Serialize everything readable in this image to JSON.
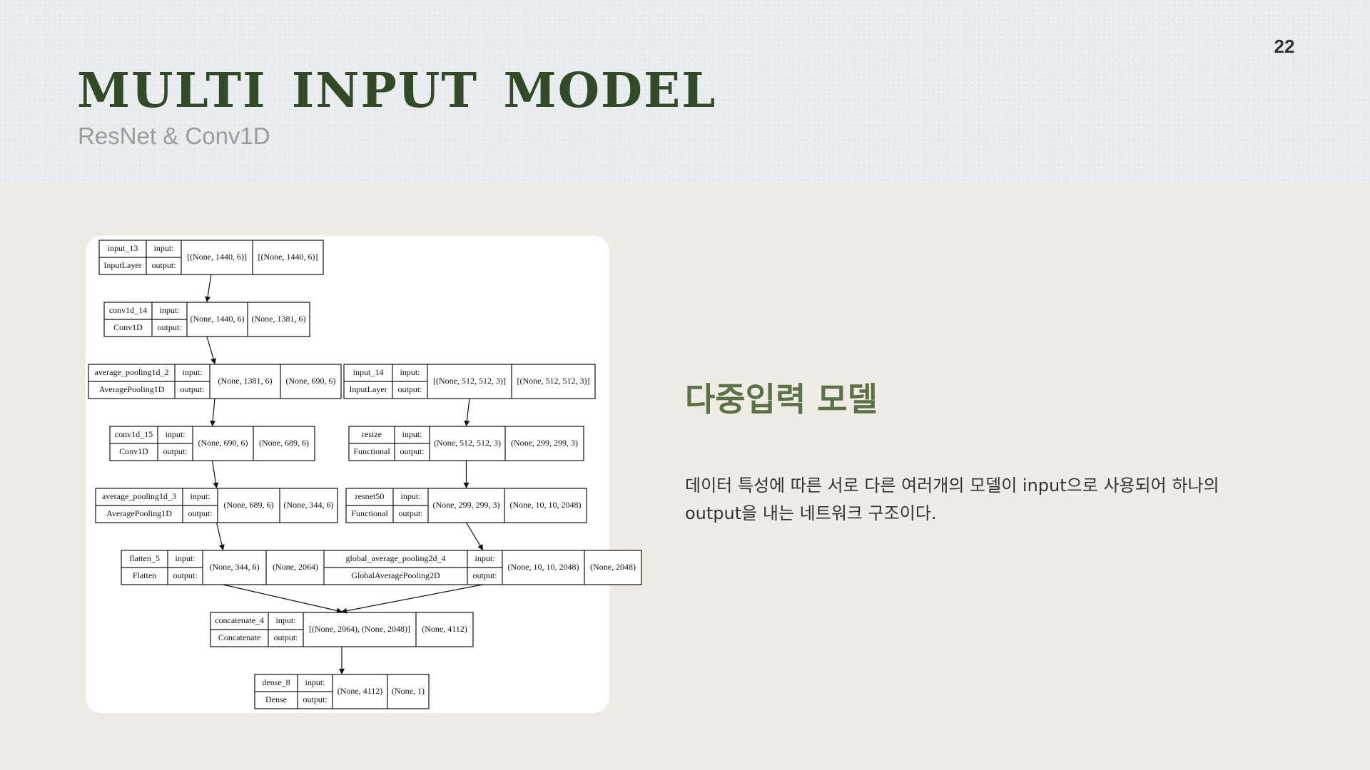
{
  "slide": {
    "title": "multi input model",
    "subtitle": "ResNet & Conv1D",
    "page_number": "22"
  },
  "diagram": {
    "nodes": [
      {
        "id": "input_13",
        "name": "input_13",
        "layer": "InputLayer",
        "in": "[(None, 1440, 6)]",
        "out": "[(None, 1440, 6)]"
      },
      {
        "id": "conv1d_14",
        "name": "conv1d_14",
        "layer": "Conv1D",
        "in": "(None, 1440, 6)",
        "out": "(None, 1381, 6)"
      },
      {
        "id": "avgpool_2",
        "name": "average_pooling1d_2",
        "layer": "AveragePooling1D",
        "in": "(None, 1381, 6)",
        "out": "(None, 690, 6)"
      },
      {
        "id": "conv1d_15",
        "name": "conv1d_15",
        "layer": "Conv1D",
        "in": "(None, 690, 6)",
        "out": "(None, 689, 6)"
      },
      {
        "id": "avgpool_3",
        "name": "average_pooling1d_3",
        "layer": "AveragePooling1D",
        "in": "(None, 689, 6)",
        "out": "(None, 344, 6)"
      },
      {
        "id": "flatten_5",
        "name": "flatten_5",
        "layer": "Flatten",
        "in": "(None, 344, 6)",
        "out": "(None, 2064)"
      },
      {
        "id": "input_14",
        "name": "input_14",
        "layer": "InputLayer",
        "in": "[(None, 512, 512, 3)]",
        "out": "[(None, 512, 512, 3)]"
      },
      {
        "id": "resize",
        "name": "resize",
        "layer": "Functional",
        "in": "(None, 512, 512, 3)",
        "out": "(None, 299, 299, 3)"
      },
      {
        "id": "resnet50",
        "name": "resnet50",
        "layer": "Functional",
        "in": "(None, 299, 299, 3)",
        "out": "(None, 10, 10, 2048)"
      },
      {
        "id": "gap2d_4",
        "name": "global_average_pooling2d_4",
        "layer": "GlobalAveragePooling2D",
        "in": "(None, 10, 10, 2048)",
        "out": "(None, 2048)"
      },
      {
        "id": "concatenate_4",
        "name": "concatenate_4",
        "layer": "Concatenate",
        "in": "[(None, 2064), (None, 2048)]",
        "out": "(None, 4112)"
      },
      {
        "id": "dense_8",
        "name": "dense_8",
        "layer": "Dense",
        "in": "(None, 4112)",
        "out": "(None, 1)"
      }
    ],
    "edges": [
      [
        "input_13",
        "conv1d_14"
      ],
      [
        "conv1d_14",
        "avgpool_2"
      ],
      [
        "avgpool_2",
        "conv1d_15"
      ],
      [
        "conv1d_15",
        "avgpool_3"
      ],
      [
        "avgpool_3",
        "flatten_5"
      ],
      [
        "input_14",
        "resize"
      ],
      [
        "resize",
        "resnet50"
      ],
      [
        "resnet50",
        "gap2d_4"
      ],
      [
        "flatten_5",
        "concatenate_4"
      ],
      [
        "gap2d_4",
        "concatenate_4"
      ],
      [
        "concatenate_4",
        "dense_8"
      ]
    ],
    "port_labels": {
      "input": "input:",
      "output": "output:"
    }
  },
  "right_panel": {
    "heading": "다중입력 모델",
    "description": "데이터 특성에 따른 서로 다른 여러개의 모델이 input으로 사용되어 하나의 output을 내는 네트워크 구조이다."
  }
}
